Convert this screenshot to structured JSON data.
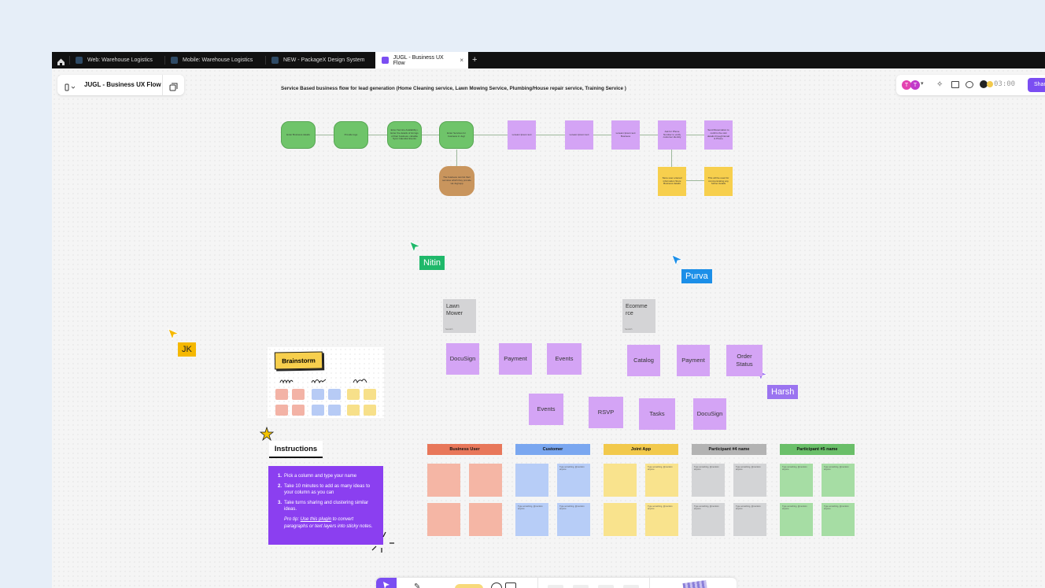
{
  "tabs": [
    {
      "label": "Web: Warehouse Logistics",
      "active": false
    },
    {
      "label": "Mobile: Warehouse Logistics",
      "active": false
    },
    {
      "label": "NEW - PackageX Design System",
      "active": false
    },
    {
      "label": "JUGL - Business UX Flow",
      "active": true
    }
  ],
  "tab_close": "×",
  "tab_add": "+",
  "file": {
    "name": "JUGL - Business UX Flow"
  },
  "header": {
    "timer": "03:00",
    "share": "Share",
    "avatar1": "T",
    "avatar2": "T"
  },
  "flow": {
    "title": "Service Based business flow for lead generation (Home Cleaning service, Lawn Mowing Service, Plumbing/House repair service, Training Service )",
    "nodes": [
      {
        "text": "Enter Business details"
      },
      {
        "text": "Provide logo"
      },
      {
        "text": "Enter Service Availability • Enter the details of timings of their business • Enable Sync Calendar Events"
      },
      {
        "text": "Enter Services for business in Jugl"
      },
      {
        "text": "Loream Ipsum text"
      },
      {
        "text": "Loream Ipsum text"
      },
      {
        "text": "Loream Ipsum text Business"
      },
      {
        "text": "Ask for Phone Number to verify customer identity"
      },
      {
        "text": "Send Reservation to confirm the visit details through Email & Phone"
      },
      {
        "text": "The business can list their services which they provide via Jugl app"
      },
      {
        "text": "Store user entered information Store Business details"
      },
      {
        "text": "This will be used for communicating any further details"
      }
    ]
  },
  "cursors": {
    "nitin": "Nitin",
    "purva": "Purva",
    "jk": "JK",
    "harsh": "Harsh"
  },
  "cards": {
    "lawn": {
      "title": "Lawn Mower",
      "meta": "Saurabh"
    },
    "ecom": {
      "title": "Ecomme rce",
      "meta": "Saurabh"
    }
  },
  "stickies": {
    "docusign1": "DocuSign",
    "payment1": "Payment",
    "events1": "Events",
    "catalog": "Catalog",
    "payment2": "Payment",
    "order_status": "Order Status",
    "events2": "Events",
    "rsvp": "RSVP",
    "tasks": "Tasks",
    "docusign2": "DocuSign"
  },
  "brainstorm": {
    "label": "Brainstorm"
  },
  "instructions": {
    "title": "Instructions",
    "steps": [
      "Pick a column and type your name",
      "Take 10 minutes to add as many ideas to your column as you can",
      "Take turns sharing and clustering similar ideas."
    ],
    "tip_prefix": "Pro tip:",
    "tip_link": "Use this plugin",
    "tip_suffix": "to convert paragraphs or text layers into sticky notes."
  },
  "columns": [
    {
      "name": "Business User",
      "color": "#e8775a"
    },
    {
      "name": "Customer",
      "color": "#7aa7f0"
    },
    {
      "name": "Joint App",
      "color": "#f2c94c"
    },
    {
      "name": "Participant #4 name",
      "color": "#b3b3b3"
    },
    {
      "name": "Participant #5 name",
      "color": "#6abf69"
    }
  ],
  "mini_sticky_placeholder": "Type something, @mention anyone",
  "colors": {
    "accent": "#7b4ef2",
    "green": "#6fc46a",
    "purple": "#d4a4f5",
    "yellow": "#f7cf4d"
  }
}
